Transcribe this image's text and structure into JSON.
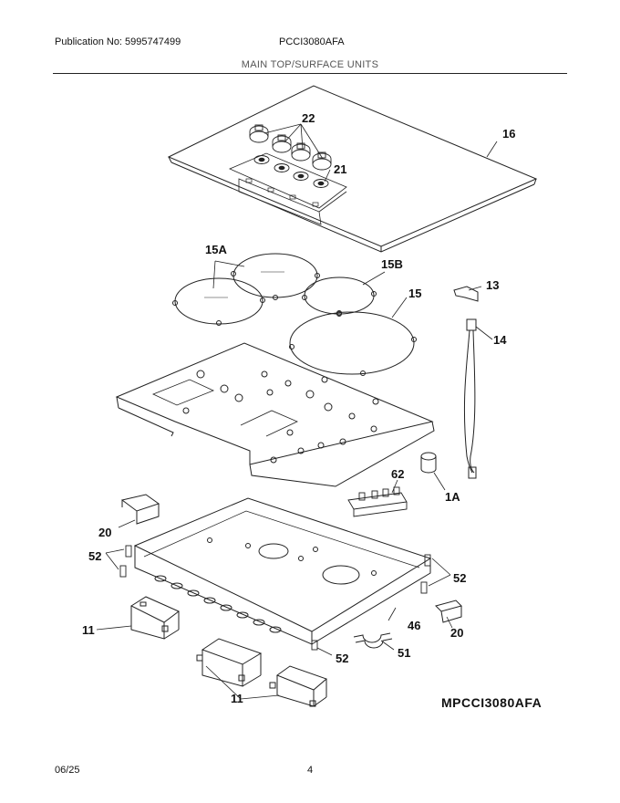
{
  "header": {
    "publication": "Publication No: 5995747499",
    "model": "PCCI3080AFA",
    "section_title": "MAIN TOP/SURFACE UNITS"
  },
  "callouts": {
    "c22": "22",
    "c21": "21",
    "c16": "16",
    "c15A": "15A",
    "c15B": "15B",
    "c15": "15",
    "c13": "13",
    "c14": "14",
    "c62": "62",
    "c1A": "1A",
    "c20a": "20",
    "c52a": "52",
    "c52b": "52",
    "c11a": "11",
    "c46": "46",
    "c20b": "20",
    "c51": "51",
    "c52c": "52",
    "c11b": "11"
  },
  "diagram_ref": "MPCCI3080AFA",
  "footer": {
    "date": "06/25",
    "page": "4"
  }
}
